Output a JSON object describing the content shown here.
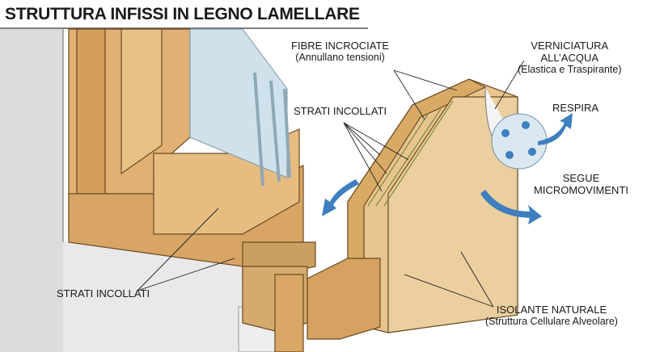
{
  "title": "STRUTTURA INFISSI IN LEGNO LAMELLARE",
  "labels": {
    "fibre": {
      "main": "FIBRE INCROCIATE",
      "sub": "(Annullano tensioni)"
    },
    "verniciatura": {
      "main1": "VERNICIATURA",
      "main2": "ALL’ACQUA",
      "sub": "(Elastica e Traspirante)"
    },
    "strati_right": "STRATI INCOLLATI",
    "respira": "RESPIRA",
    "segue": {
      "line1": "SEGUE",
      "line2": "MICROMOVIMENTI"
    },
    "strati_left": "STRATI INCOLLATI",
    "isolante": {
      "main": "ISOLANTE NATURALE",
      "sub": "(Struttura Cellulare Alveolare)"
    }
  },
  "colors": {
    "wood": "#e3b97c",
    "wood_dark": "#c58f4f",
    "arrow": "#3d7fbf",
    "glass": "#cfe2ec",
    "wall": "#d9d9d9"
  }
}
